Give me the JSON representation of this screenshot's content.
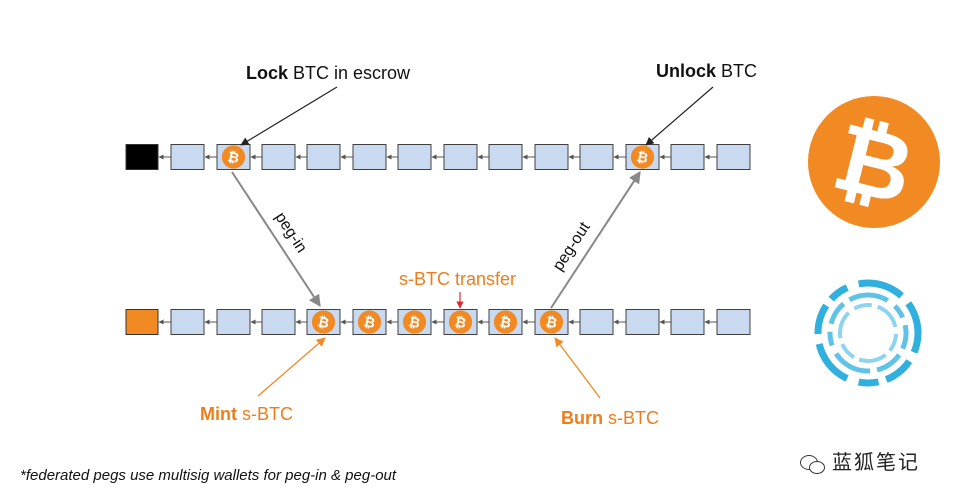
{
  "labels": {
    "lock": {
      "bold": "Lock",
      "rest": " BTC in escrow"
    },
    "unlock": {
      "bold": "Unlock",
      "rest": " BTC"
    },
    "peg_in": "peg-in",
    "peg_out": "peg-out",
    "transfer": "s-BTC transfer",
    "mint": {
      "bold": "Mint",
      "rest": " s-BTC"
    },
    "burn": {
      "bold": "Burn",
      "rest": " s-BTC"
    }
  },
  "footnote": "*federated pegs use multisig wallets for peg-in & peg-out",
  "watermark": "蓝狐笔记",
  "icons": {
    "bitcoin_logo": "bitcoin-logo-icon",
    "sidechain_logo": "sidechain-dashed-rings-icon",
    "coin": "bitcoin-coin-icon"
  },
  "colors": {
    "bitcoin_orange": "#f28a24",
    "block_fill": "#c9daf0",
    "block_border": "#404040",
    "genesis_main": "#000000",
    "genesis_side": "#f28a24",
    "sidechain_blue": "#2fb0de",
    "label_orange": "#ef7d1a",
    "marker_red": "#e0282f"
  }
}
